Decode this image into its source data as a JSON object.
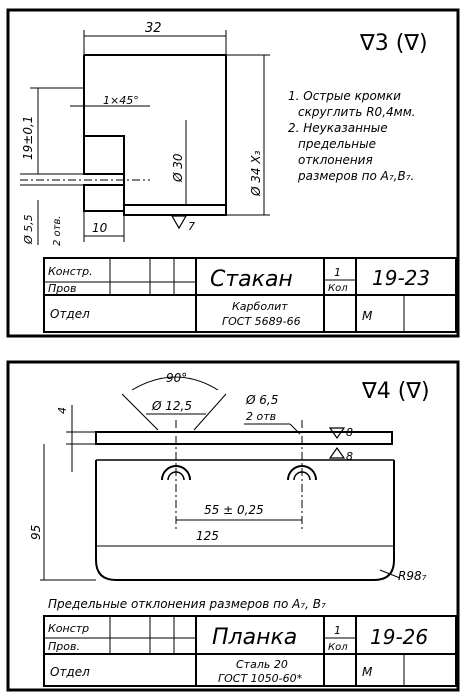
{
  "drawing1": {
    "roughness": "∇3 (∇)",
    "notes": [
      "1. Острые кромки",
      "скруглить R0,4мм.",
      "2. Неуказанные",
      "предельные",
      "отклонения",
      "размеров по A₇,B₇."
    ],
    "dims": {
      "width": "32",
      "chamfer": "1×45°",
      "height_left": "19±0,1",
      "inner_dia": "Ø 30",
      "outer_dia": "Ø 34 X₃",
      "hole_dia": "Ø 5,5",
      "holes": "2 отв.",
      "wall": "10",
      "roughness_mark": "7"
    },
    "title_block": {
      "konstr": "Констр.",
      "prov": "Пров",
      "otdel": "Отдел",
      "name": "Стакан",
      "qty": "1",
      "kol": "Кол",
      "code": "19-23",
      "material1": "Карболит",
      "material2": "ГОСТ 5689-66",
      "mark": "M"
    }
  },
  "drawing2": {
    "roughness": "∇4 (∇)",
    "note": "Предельные отклонения размеров по A₇, B₇",
    "dims": {
      "angle": "90°",
      "counter_dia": "Ø 12,5",
      "hole_dia": "Ø 6,5",
      "holes": "2 отв",
      "thickness": "4",
      "height": "95",
      "center_dist": "55 ± 0,25",
      "length": "125",
      "radius": "R98₇",
      "rough_top": "8",
      "rough_bottom": "8"
    },
    "title_block": {
      "konstr": "Констр",
      "prov": "Пров.",
      "otdel": "Отдел",
      "name": "Планка",
      "qty": "1",
      "kol": "Кол",
      "code": "19-26",
      "material1": "Сталь 20",
      "material2": "ГОСТ 1050-60*",
      "mark": "M"
    }
  }
}
